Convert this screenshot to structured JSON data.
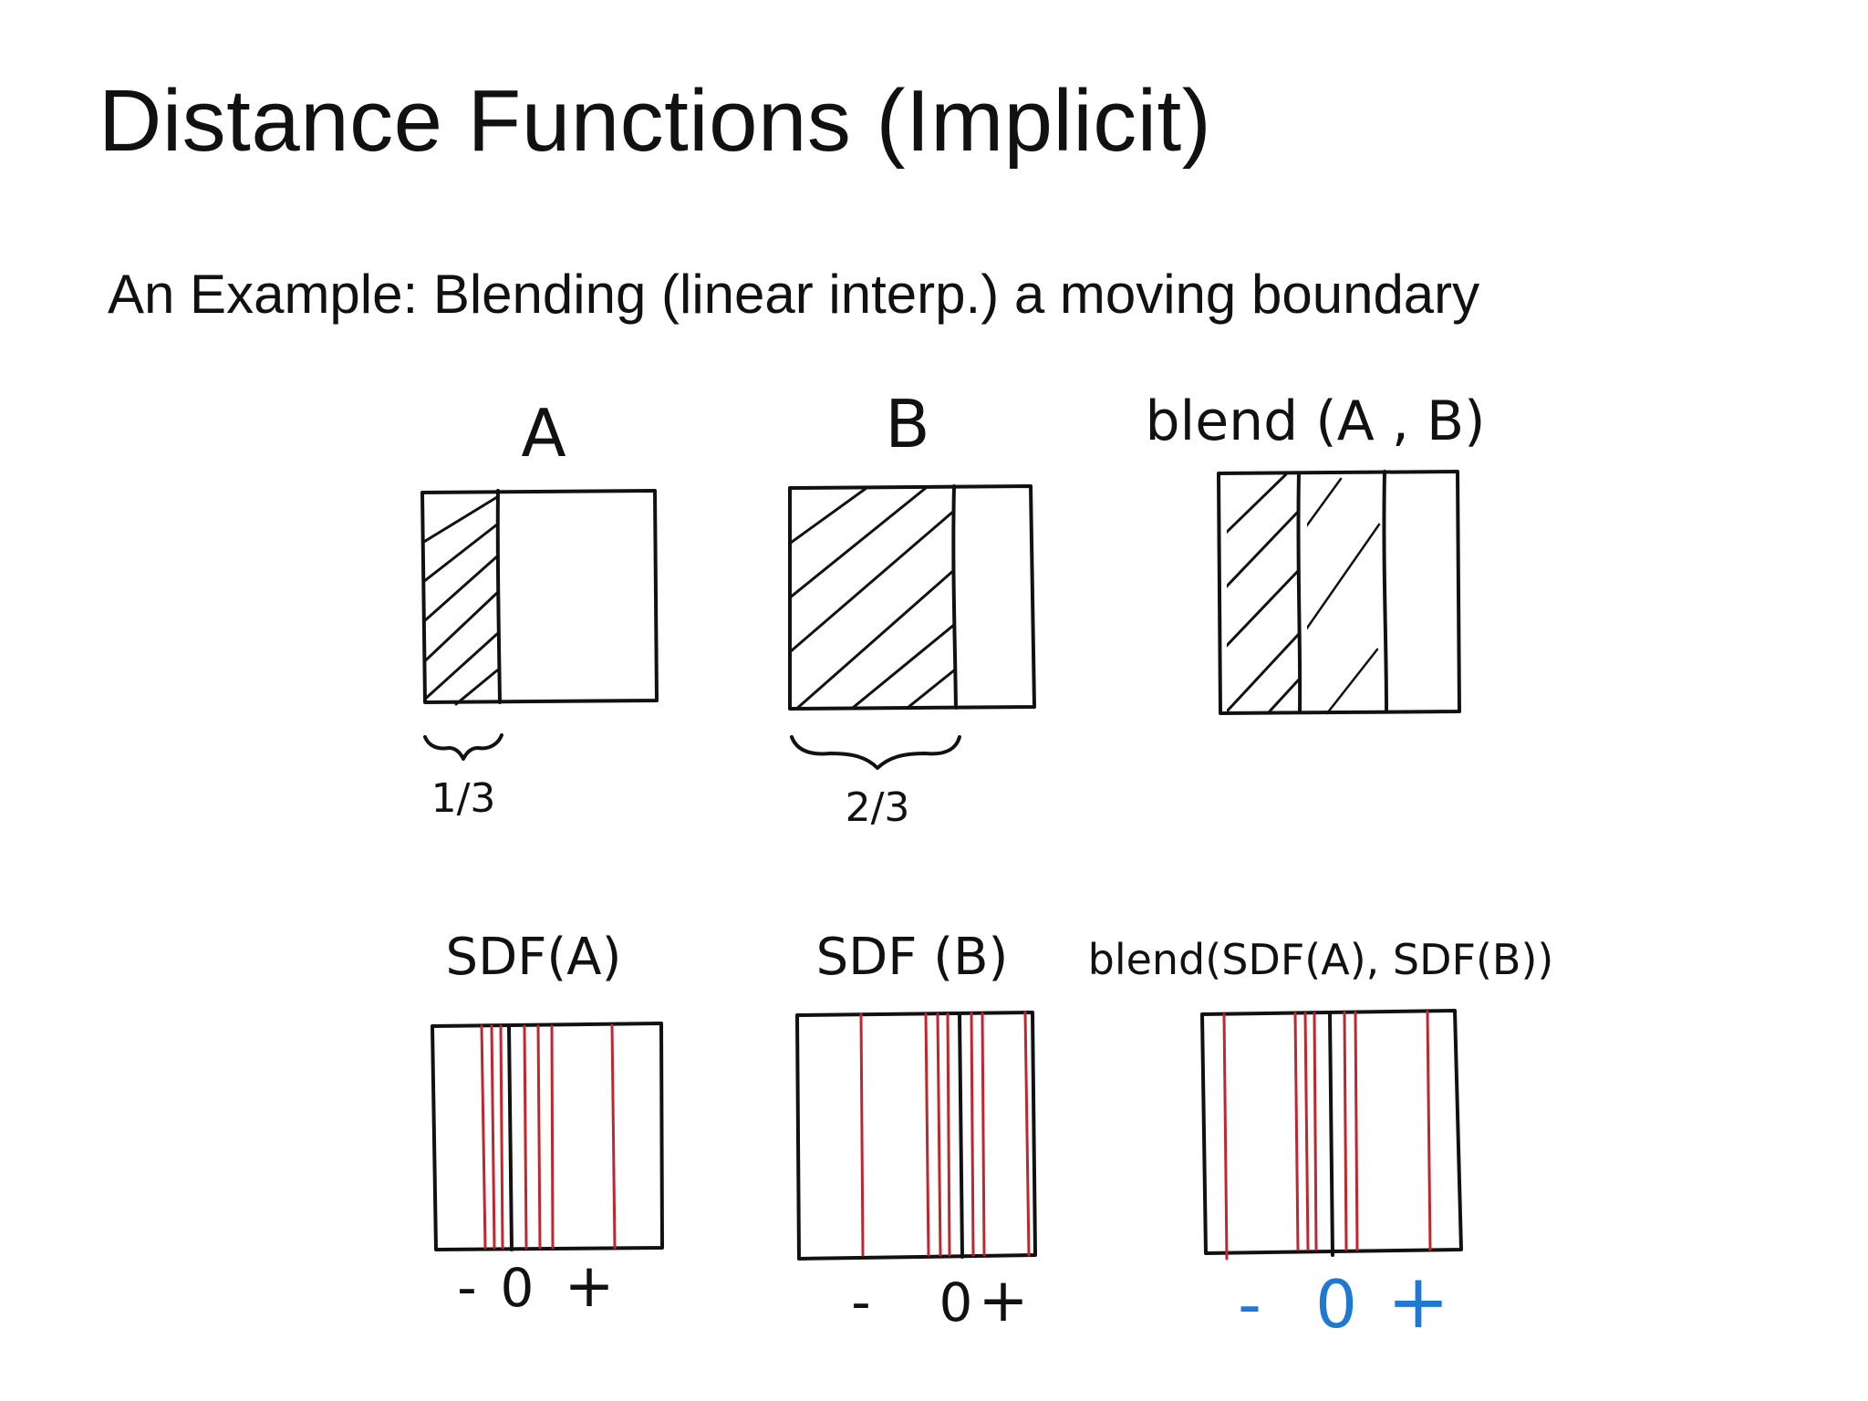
{
  "slide": {
    "title": "Distance Functions (Implicit)",
    "subtitle": "An Example: Blending (linear interp.) a moving boundary"
  },
  "colors": {
    "ink": "#111111",
    "contour": "#c0262e",
    "highlight_sign": "#1f78d1"
  },
  "top_row": [
    {
      "label": "A",
      "filled_fraction": 0.333,
      "brace_label": "1/3"
    },
    {
      "label": "B",
      "filled_fraction": 0.667,
      "brace_label": "2/3"
    },
    {
      "label": "blend (A , B)",
      "filled_fraction": 0.667
    }
  ],
  "bottom_row": [
    {
      "label": "SDF(A)",
      "sign_minus": "-",
      "sign_zero": "0",
      "sign_plus": "+"
    },
    {
      "label": "SDF (B)",
      "sign_minus": "-",
      "sign_zero": "0",
      "sign_plus": "+"
    },
    {
      "label": "blend(SDF(A), SDF(B))",
      "sign_minus": "-",
      "sign_zero": "0",
      "sign_plus": "+"
    }
  ]
}
